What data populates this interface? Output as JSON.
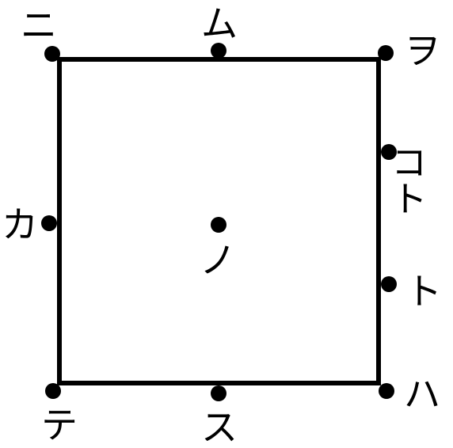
{
  "figure": {
    "stroke_color": "#000000",
    "dot_color": "#000000",
    "background": "#ffffff"
  },
  "points": {
    "top_left": "ニ",
    "top_mid": "ム",
    "top_right": "ヲ",
    "right_upper": "コト",
    "right_lower": "ト",
    "left_mid": "カ",
    "center": "ノ",
    "bottom_left": "テ",
    "bottom_mid": "ス",
    "bottom_right": "ハ"
  }
}
